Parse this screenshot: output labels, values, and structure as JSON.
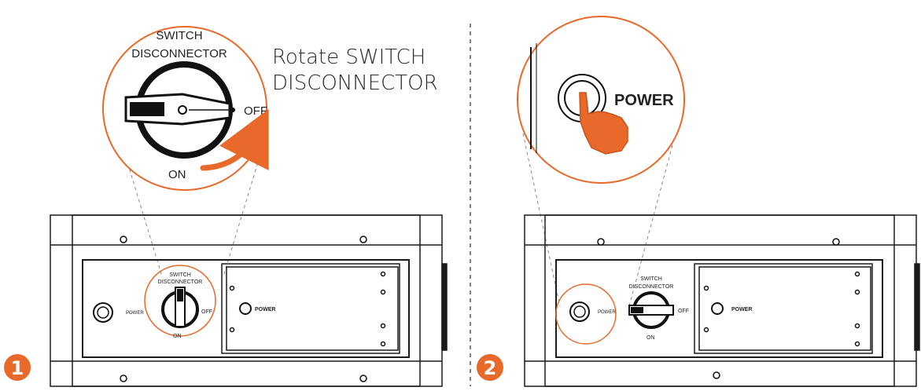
{
  "left": {
    "step_number": "1",
    "caption_line1": "Rotate SWITCH",
    "caption_line2": "DISCONNECTOR",
    "zoom_title_line1": "SWITCH",
    "zoom_title_line2": "DISCONNECTOR",
    "zoom_on": "ON",
    "zoom_off": "OFF",
    "panel_power_label": "POWER",
    "panel_switch_line1": "SWITCH",
    "panel_switch_line2": "DISCONNECTOR",
    "panel_off": "OFF",
    "panel_on": "ON",
    "panel_power_button_label": "POWER"
  },
  "right": {
    "step_number": "2",
    "zoom_power_label": "POWER",
    "panel_power_label": "POWER",
    "panel_switch_line1": "SWITCH",
    "panel_switch_line2": "DISCONNECTOR",
    "panel_on": "ON",
    "panel_off": "OFF",
    "panel_power_button_label": "POWER"
  },
  "colors": {
    "accent": "#e8692a",
    "line": "#1a1a1a",
    "divider": "#555555",
    "hand": "#e8692a"
  }
}
